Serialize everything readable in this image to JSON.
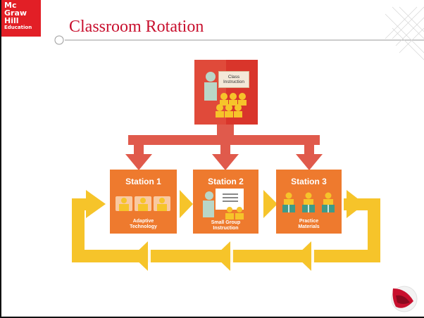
{
  "logo": {
    "line1": "Mc",
    "line2": "Graw",
    "line3": "Hill",
    "line4": "Education"
  },
  "title": "Classroom Rotation",
  "class_instruction": {
    "line1": "Class",
    "line2": "Instruction"
  },
  "stations": [
    {
      "title": "Station 1",
      "sub1": "Adaptive",
      "sub2": "Technology"
    },
    {
      "title": "Station 2",
      "sub1": "Small Group",
      "sub2": "Instruction"
    },
    {
      "title": "Station 3",
      "sub1": "Practice",
      "sub2": "Materials"
    }
  ],
  "colors": {
    "brand_red": "#e21f26",
    "title_red": "#c8102e",
    "class_box": "#d9352b",
    "branch_red": "#e05a4c",
    "station_orange": "#ee7a2e",
    "cycle_yellow": "#f6c42a"
  },
  "icons": [
    "people-icon",
    "teacher-icon",
    "laptop-icon",
    "whiteboard-icon",
    "book-icon",
    "swoosh-logo-icon"
  ]
}
